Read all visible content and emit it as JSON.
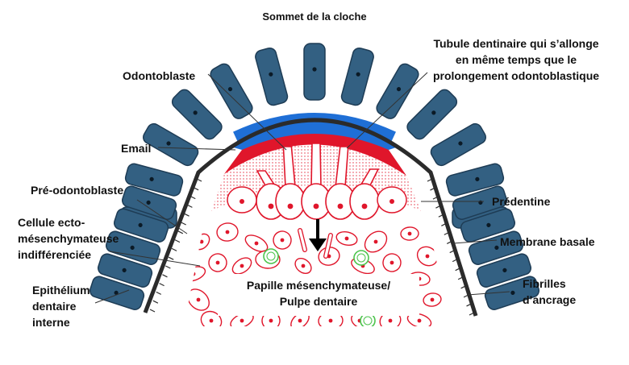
{
  "title": "Sommet de la cloche",
  "labels": {
    "tubule_line1": "Tubule dentinaire qui s’allonge",
    "tubule_line2": "en même temps que le",
    "tubule_line3": "prolongement odontoblastique",
    "odontoblaste": "Odontoblaste",
    "email": "Email",
    "pre_odontoblaste": "Pré-odontoblaste",
    "cellule_line1": "Cellule ecto-",
    "cellule_line2": "mésenchymateuse",
    "cellule_line3": "indifférenciée",
    "epithelium_line1": "Epithélium",
    "epithelium_line2": "dentaire",
    "epithelium_line3": "interne",
    "predentine": "Prédentine",
    "membrane_basale": "Membrane basale",
    "fibrilles_line1": "Fibrilles",
    "fibrilles_line2": "d’ancrage",
    "papille_line1": "Papille mésenchymateuse/",
    "papille_line2": "Pulpe dentaire"
  },
  "colors": {
    "epithelium_cell": "#336082",
    "email": "#1f6fd6",
    "dentine": "#e0162b",
    "predentine_dots": "#e0162b",
    "odontoblast_fill": "#ffffff",
    "mesenchyme_cell": "#e0162b",
    "green_cell": "#4cc44c",
    "basement_membrane": "#2b2b2b"
  }
}
